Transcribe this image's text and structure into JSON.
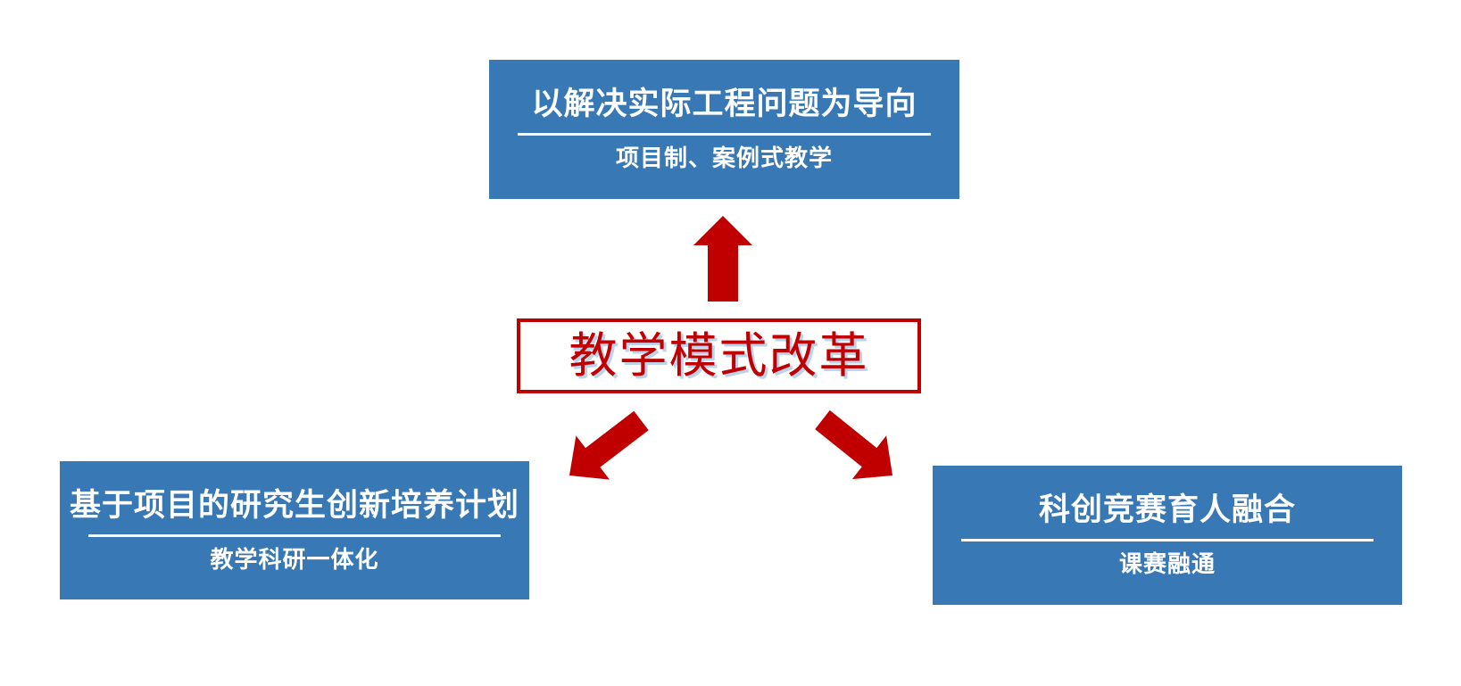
{
  "colors": {
    "box_blue": "#3878b4",
    "arrow_red": "#c00000",
    "border_red": "#c00000",
    "center_text_red": "#c00000",
    "center_text_shadow_blue": "#bcd3ec",
    "box_text_white": "#ffffff",
    "background": "#ffffff"
  },
  "center_box": {
    "label": "教学模式改革"
  },
  "top_box": {
    "title": "以解决实际工程问题为导向",
    "subtitle": "项目制、案例式教学"
  },
  "bottom_left_box": {
    "title": "基于项目的研究生创新培养计划",
    "subtitle": "教学科研一体化"
  },
  "bottom_right_box": {
    "title": "科创竞赛育人融合",
    "subtitle": "课赛融通"
  },
  "icons": {
    "arrow_up": "arrow-up",
    "arrow_down_left": "arrow-down-left",
    "arrow_down_right": "arrow-down-right"
  }
}
